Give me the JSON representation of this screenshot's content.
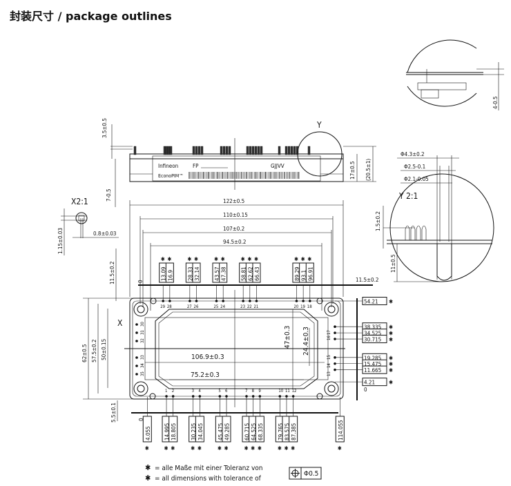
{
  "title": "封装尺寸 / package outlines",
  "side_view": {
    "dim_top": "3.5±0.5",
    "dim_bottom": "7-0.5",
    "dim_height": "17±0.5",
    "dim_total": "(20.5±1)",
    "brand": "Infineon",
    "series": "EconoPIM™",
    "part": "FP",
    "code": "GJJVV",
    "detail_label": "Y"
  },
  "detail_y_top": {
    "dim": "4-0.5"
  },
  "detail_y": {
    "label": "Y 2:1",
    "dia1": "Φ4.3±0.2",
    "dia2": "Φ2.5-0.1",
    "dia3": "Φ2.1-0.05",
    "dim_a": "1.5±0.2",
    "dim_b": "11±0.5"
  },
  "detail_x": {
    "label": "X2:1",
    "dim_w": "0.8±0.03",
    "dim_h": "1.15±0.03"
  },
  "top_view": {
    "dims_horizontal": [
      "122±0.5",
      "110±0.15",
      "107±0.2",
      "94.5±0.2"
    ],
    "dims_vertical": [
      "62±0.5",
      "57.5±0.2",
      "50±0.15"
    ],
    "dim_top_left": "11.5±0.2",
    "dim_top_right": "11.5±0.2",
    "dim_bottom_left": "5.5±0.1",
    "zero_top": "0",
    "zero_bottom": "0",
    "zero_right": "0",
    "marker_x": "X",
    "inner_w1": "106.9±0.3",
    "inner_w2": "75.2±0.3",
    "inner_h1": "47±0.3",
    "inner_h2": "24.4±0.3",
    "top_pin_positions": [
      "13.09",
      "16.9",
      "28.33",
      "32.14",
      "43.57",
      "47.38",
      "58.81",
      "62.62",
      "66.43",
      "89.29",
      "93.1",
      "96.91"
    ],
    "top_pin_numbers": [
      "29",
      "28",
      "27",
      "26",
      "25",
      "24",
      "23",
      "22",
      "21",
      "20",
      "19",
      "18"
    ],
    "bottom_positions": [
      "4.055",
      "14.995",
      "18.805",
      "30.235",
      "34.045",
      "45.475",
      "49.285",
      "60.715",
      "64.525",
      "68.335",
      "79.765",
      "83.575",
      "87.385",
      "114.055"
    ],
    "bottom_pin_numbers": [
      "1",
      "2",
      "3",
      "4",
      "5",
      "6",
      "7",
      "8",
      "9",
      "10",
      "11",
      "12"
    ],
    "right_positions": [
      "54.21",
      "38.335",
      "34.525",
      "30.715",
      "19.285",
      "15.475",
      "11.665",
      "4.21"
    ],
    "right_pin_numbers": [
      "17",
      "16",
      "15",
      "14",
      "13"
    ],
    "left_pin_numbers": [
      "30",
      "31",
      "32",
      "33",
      "34",
      "35"
    ]
  },
  "legend": {
    "star": "✱",
    "line_de": "= alle Maße mit einer Toleranz von",
    "line_en": "= all dimensions with tolerance of",
    "tolerance": "Φ0.5"
  }
}
